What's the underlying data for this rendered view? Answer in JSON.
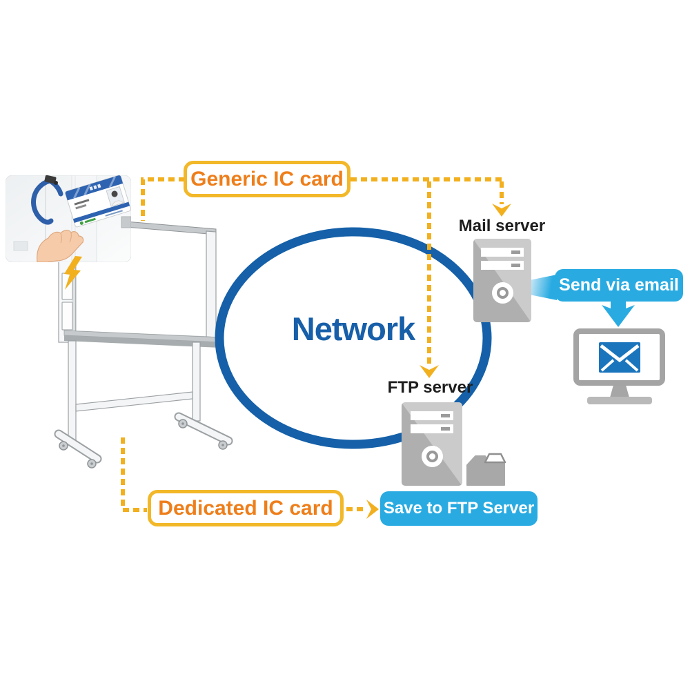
{
  "network": {
    "label": "Network"
  },
  "ic_cards": {
    "generic": "Generic IC card",
    "dedicated": "Dedicated IC card"
  },
  "servers": {
    "mail": "Mail server",
    "ftp": "FTP server"
  },
  "actions": {
    "send_email": "Send via email",
    "save_ftp": "Save to FTP Server"
  },
  "colors": {
    "network_text_blue": "#175FA9",
    "ellipse_blue": "#1560A8",
    "action_blue": "#29ABE2",
    "envelope_blue": "#1B75BC",
    "dash_yellow": "#F2B01E",
    "box_border_yellow": "#F2B829",
    "ic_card_text_orange": "#EE7E1A",
    "server_gray_dark": "#AFAFAF",
    "server_gray_light": "#CBCBCB",
    "label_text_dark": "#1D1D1D"
  },
  "icons": {
    "photo": "hand-holding-ic-card-photo",
    "whiteboard": "copyboard-on-stand-icon",
    "spark": "card-tap-spark-icon",
    "mail_server": "server-tower-icon",
    "ftp_server": "server-tower-icon",
    "folder": "folder-icon",
    "monitor": "monitor-icon",
    "envelope": "email-envelope-icon",
    "arrows": "dashed-yellow-arrows"
  }
}
